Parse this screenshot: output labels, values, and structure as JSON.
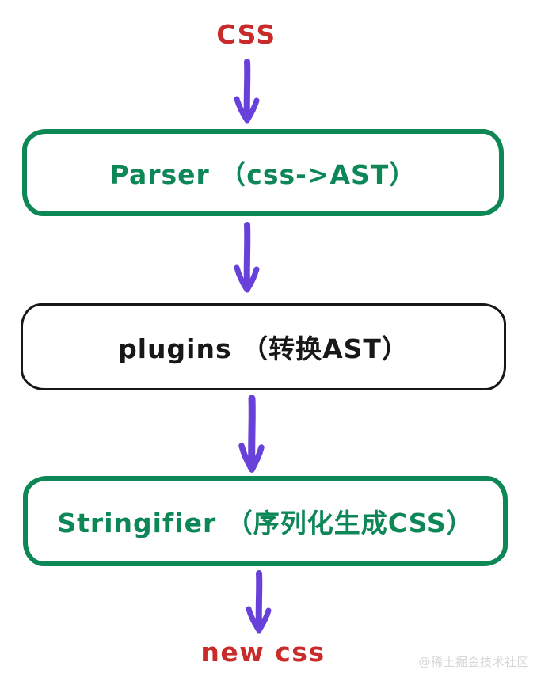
{
  "diagram": {
    "source_label": "CSS",
    "result_label": "new css",
    "nodes": [
      {
        "id": "parser",
        "label": "Parser （css->AST）",
        "stroke": "green"
      },
      {
        "id": "plugins",
        "label": "plugins （转换AST）",
        "stroke": "black"
      },
      {
        "id": "stringifier",
        "label": "Stringifier （序列化生成CSS）",
        "stroke": "green"
      }
    ],
    "arrows": [
      {
        "from": "css",
        "to": "parser"
      },
      {
        "from": "parser",
        "to": "plugins"
      },
      {
        "from": "plugins",
        "to": "stringifier"
      },
      {
        "from": "stringifier",
        "to": "new-css"
      }
    ],
    "colors": {
      "red": "#c92a2a",
      "green": "#0e8757",
      "black": "#181818",
      "purple": "#6741d9",
      "watermark": "#d6d6d6"
    },
    "watermark": "@稀土掘金技术社区"
  }
}
